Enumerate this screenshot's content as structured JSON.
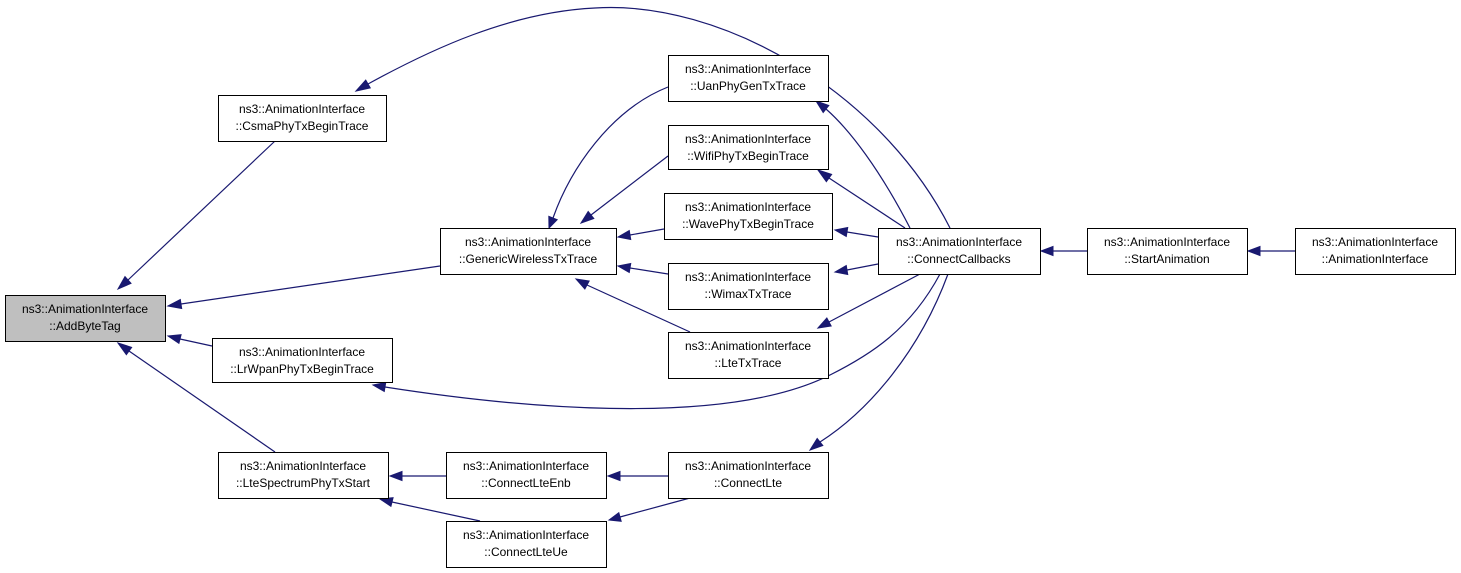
{
  "diagram": {
    "nodes": [
      {
        "id": "addbytetag",
        "line1": "ns3::AnimationInterface",
        "line2": "::AddByteTag",
        "highlight": true
      },
      {
        "id": "csma",
        "line1": "ns3::AnimationInterface",
        "line2": "::CsmaPhyTxBeginTrace"
      },
      {
        "id": "generic",
        "line1": "ns3::AnimationInterface",
        "line2": "::GenericWirelessTxTrace"
      },
      {
        "id": "lrwpan",
        "line1": "ns3::AnimationInterface",
        "line2": "::LrWpanPhyTxBeginTrace"
      },
      {
        "id": "ltespectrum",
        "line1": "ns3::AnimationInterface",
        "line2": "::LteSpectrumPhyTxStart"
      },
      {
        "id": "uan",
        "line1": "ns3::AnimationInterface",
        "line2": "::UanPhyGenTxTrace"
      },
      {
        "id": "wifi",
        "line1": "ns3::AnimationInterface",
        "line2": "::WifiPhyTxBeginTrace"
      },
      {
        "id": "wave",
        "line1": "ns3::AnimationInterface",
        "line2": "::WavePhyTxBeginTrace"
      },
      {
        "id": "wimax",
        "line1": "ns3::AnimationInterface",
        "line2": "::WimaxTxTrace"
      },
      {
        "id": "ltetx",
        "line1": "ns3::AnimationInterface",
        "line2": "::LteTxTrace"
      },
      {
        "id": "connectcallbacks",
        "line1": "ns3::AnimationInterface",
        "line2": "::ConnectCallbacks"
      },
      {
        "id": "startanimation",
        "line1": "ns3::AnimationInterface",
        "line2": "::StartAnimation"
      },
      {
        "id": "ctor",
        "line1": "ns3::AnimationInterface",
        "line2": "::AnimationInterface"
      },
      {
        "id": "connectlteenb",
        "line1": "ns3::AnimationInterface",
        "line2": "::ConnectLteEnb"
      },
      {
        "id": "connectlteue",
        "line1": "ns3::AnimationInterface",
        "line2": "::ConnectLteUe"
      },
      {
        "id": "connectlte",
        "line1": "ns3::AnimationInterface",
        "line2": "::ConnectLte"
      }
    ],
    "edges": [
      {
        "from": "csma",
        "to": "addbytetag"
      },
      {
        "from": "generic",
        "to": "addbytetag"
      },
      {
        "from": "lrwpan",
        "to": "addbytetag"
      },
      {
        "from": "ltespectrum",
        "to": "addbytetag"
      },
      {
        "from": "connectcallbacks",
        "to": "csma"
      },
      {
        "from": "uan",
        "to": "generic"
      },
      {
        "from": "wifi",
        "to": "generic"
      },
      {
        "from": "wave",
        "to": "generic"
      },
      {
        "from": "wimax",
        "to": "generic"
      },
      {
        "from": "ltetx",
        "to": "generic"
      },
      {
        "from": "connectcallbacks",
        "to": "uan"
      },
      {
        "from": "connectcallbacks",
        "to": "wifi"
      },
      {
        "from": "connectcallbacks",
        "to": "wave"
      },
      {
        "from": "connectcallbacks",
        "to": "wimax"
      },
      {
        "from": "connectcallbacks",
        "to": "ltetx"
      },
      {
        "from": "connectcallbacks",
        "to": "lrwpan"
      },
      {
        "from": "connectcallbacks",
        "to": "connectlte"
      },
      {
        "from": "startanimation",
        "to": "connectcallbacks"
      },
      {
        "from": "ctor",
        "to": "startanimation"
      },
      {
        "from": "connectlteenb",
        "to": "ltespectrum"
      },
      {
        "from": "connectlteue",
        "to": "ltespectrum"
      },
      {
        "from": "connectlte",
        "to": "connectlteenb"
      },
      {
        "from": "connectlte",
        "to": "connectlteue"
      }
    ]
  }
}
